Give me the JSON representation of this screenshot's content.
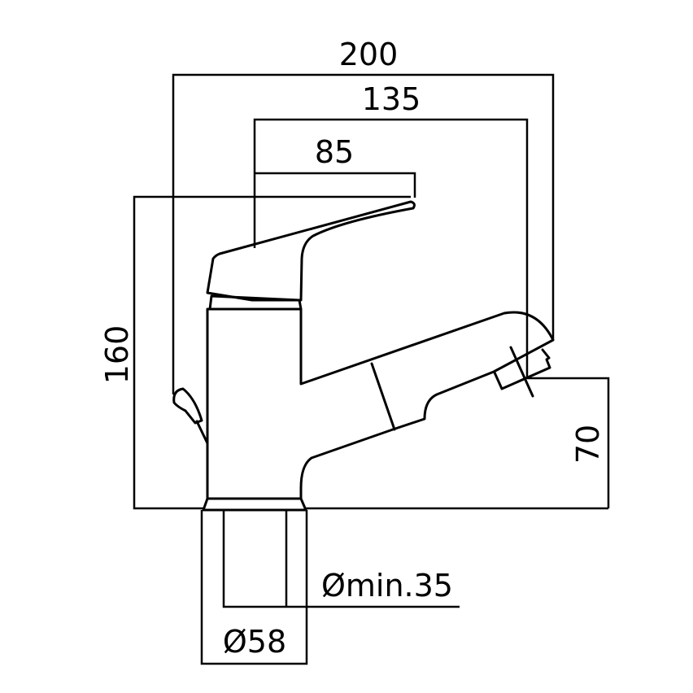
{
  "title": "Faucet dimension drawing",
  "dimensions": {
    "overall_reach": "200",
    "spout_reach": "135",
    "lever_reach": "85",
    "overall_height": "160",
    "spout_height": "70",
    "base_diameter": "Ø58",
    "hole_diameter": "Ømin.35"
  },
  "colors": {
    "line": "#000000",
    "background": "#ffffff"
  }
}
